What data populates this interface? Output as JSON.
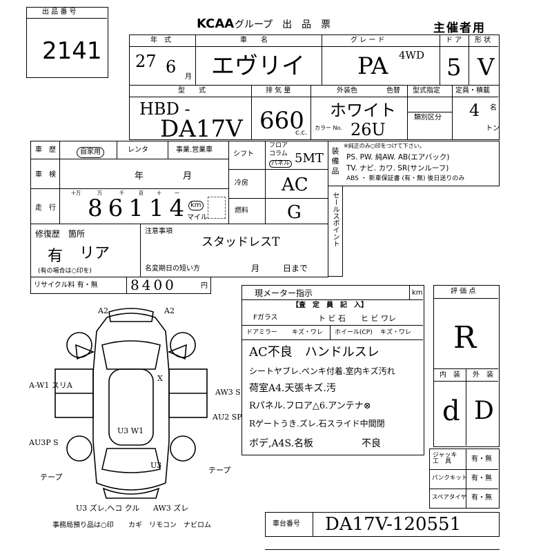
{
  "lot_box": {
    "label": "出 品 番 号",
    "number": "2141"
  },
  "header": {
    "logo": "KCAA",
    "title": "グループ　出　品　票",
    "copy": "主催者用"
  },
  "row1": {
    "year_label": "年　式",
    "year": "27",
    "month": "6",
    "month_unit": "月",
    "name_label": "車　　名",
    "name": "エヴリイ",
    "grade_label": "グ レ ー ド",
    "grade": "PA",
    "grade_note": "4WD",
    "door_label": "ド ア",
    "door": "5",
    "shape_label": "形 状",
    "shape": "V"
  },
  "row2": {
    "model_label": "型　　式",
    "model_line1": "HBD -",
    "model_line2": "DA17V",
    "disp_label": "排 気 量",
    "disp": "660",
    "disp_unit": "c.c.",
    "color_label": "外装色",
    "color_sub": "色替",
    "color": "ホワイト",
    "colorno_label": "カラー No.",
    "colorno": "26U",
    "type_label": "型式指定",
    "class_label": "類別区分",
    "cap_label": "定員・積載",
    "cap": "4",
    "cap_unit": "名",
    "load_unit": "トン"
  },
  "history": {
    "label": "車　歴",
    "private": "自家用",
    "rental": "レンタ",
    "business": "事業.営業車",
    "inspect_label": "車　検",
    "inspect_year": "年",
    "inspect_month": "月",
    "km_label": "走　行",
    "km_digits_label": [
      "十万",
      "万",
      "千",
      "百",
      "十",
      "一"
    ],
    "km": "86114",
    "km_unit": "km",
    "mile_unit": "マイル"
  },
  "shift": {
    "label": "シフト",
    "floor": "フロア",
    "column": "コラム",
    "panel": "パネル",
    "value": "5MT"
  },
  "aircon": {
    "label": "冷房",
    "value": "AC"
  },
  "fuel": {
    "label": "燃料",
    "value": "G"
  },
  "equipment": {
    "label": "装 備 品",
    "note": "※純正のみ○印をつけて下さい。",
    "line1": "PS. PW. 純AW. AB(エアバック)",
    "line2": "TV. ナビ. カワ. SR(サンルーフ)",
    "line3": "ABS ・ 新車保証書 (有・無) 後日送りのみ"
  },
  "sales_point": "セールスポイント",
  "repair": {
    "label": "修復歴　箇所",
    "value": "有",
    "location": "リア",
    "note": "(有の場合は○印を)"
  },
  "notes": {
    "label": "注意事項",
    "value": "スタッドレスT",
    "rename_label": "名変期日の短い方",
    "month": "月",
    "day": "日まで"
  },
  "recycle": {
    "label": "リサイクル料 有・無",
    "value": "8400",
    "unit": "円"
  },
  "meter": {
    "label": "現メーター指示",
    "unit": "km"
  },
  "inspector": {
    "label": "【査　定　員　記　入】",
    "glass_label": "Fガラス",
    "glass_opts": "ト ビ 石　　ヒ ビ ワレ",
    "mirror_label": "ドアミラー",
    "mirror_opts": "キズ・ワレ",
    "wheel_label": "ホイール(CP)",
    "wheel_opts": "キズ・ワレ"
  },
  "remarks": [
    "AC不良　ハンドルスレ",
    "シートヤブレ.ペンキ付着.室内キズ汚れ",
    "荷室A4.天張キズ.汚",
    "Rパネル.フロア△6.アンテナ⊗",
    "Rゲートうき.ズレ.石スライド中間閉",
    "ボデ,A4S.名板　　　　　不良"
  ],
  "score": {
    "label": "評 価 点",
    "value": "R",
    "int_label": "内　装",
    "ext_label": "外　装",
    "int": "d",
    "ext": "D"
  },
  "jack": {
    "label": "ジャッキ 工　具",
    "opt": "有・無"
  },
  "puncture": {
    "label": "パンクキット",
    "opt": "有・無"
  },
  "spare": {
    "label": "スペアタイヤ",
    "opt": "有・無"
  },
  "chassis": {
    "label": "車台番号",
    "value": "DA17V-120551"
  },
  "diagram": {
    "marks": [
      "A2",
      "A2",
      "A-W1 スリA",
      "AW3 S",
      "AU2 SP",
      "AU3P S",
      "U3 W1",
      "U3",
      "テープ",
      "テープ",
      "U3 ズレ,ヘコ クル",
      "AW3 ズレ",
      "X"
    ]
  },
  "keys": {
    "label": "事務局預り品は○印",
    "items": "カギ　リモコン　ナビロム"
  }
}
